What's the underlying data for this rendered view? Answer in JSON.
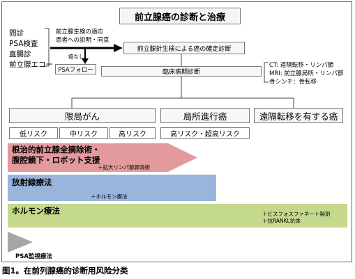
{
  "title": "前立腺癌の診断と治療",
  "screening": [
    "問診",
    "PSA検査",
    "直腸診",
    "前立腺エコー"
  ],
  "biopsy_indication": [
    "前立腺生検の適応",
    "患者への説明・同意"
  ],
  "no_cancer_label": "癌なし",
  "psa_follow": "PSAフォロー",
  "biopsy_diagnosis": "前立腺針生検による癌の確定診断",
  "clinical_staging": "臨床病期診断",
  "imaging": [
    "CT: 遠隔転移・リンパ節",
    "MRI: 前立腺局所・リンパ節",
    "骨シンチ：骨転移"
  ],
  "stages": [
    "限局がん",
    "局所進行癌",
    "遠隔転移を有する癌"
  ],
  "risks": [
    "低リスク",
    "中リスク",
    "高リスク",
    "高リスク・超高リスク"
  ],
  "treatments": {
    "surgery": {
      "label": [
        "根治的前立腺全摘除術・",
        "腹腔鏡下・ロボット支援"
      ],
      "note": "＋拡大リンパ節郭清術",
      "color": "#e39a9c"
    },
    "radiation": {
      "label": "放射線療法",
      "note": "＋ホルモン療法",
      "color": "#9ab5dc"
    },
    "hormone": {
      "label": "ホルモン療法",
      "notes": [
        "＋ビスフォスファネート製剤",
        "＋抗RANKL抗体"
      ],
      "color": "#c4d98c"
    },
    "psa_monitoring": {
      "label": "PSA監視療法",
      "color": "#a6a6a6"
    }
  },
  "caption": "图1。在前列腺癌的诊断用风险分类"
}
